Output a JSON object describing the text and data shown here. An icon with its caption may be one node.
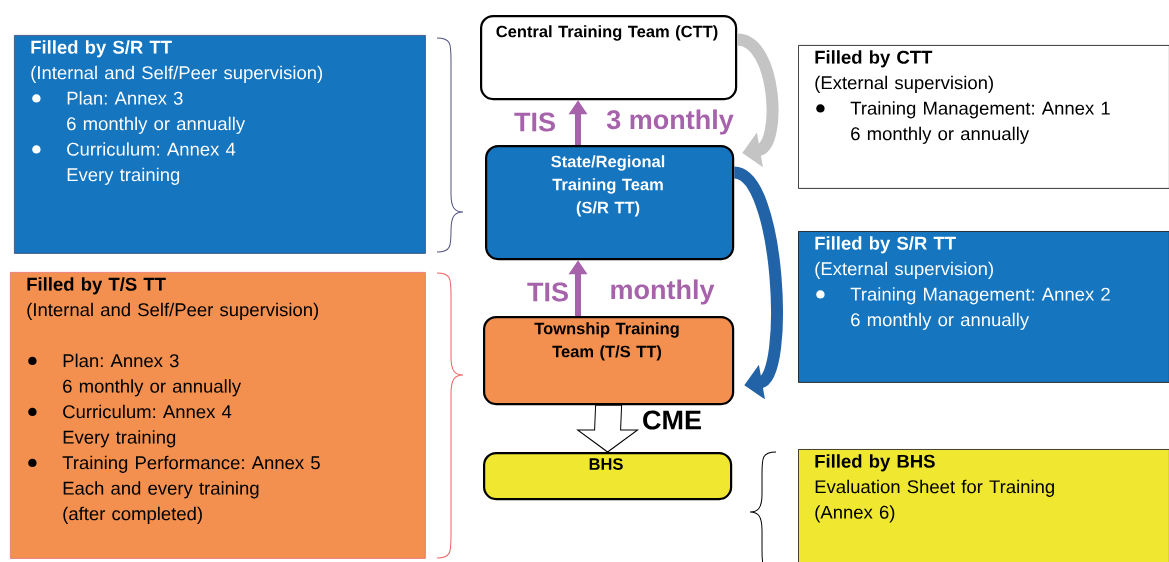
{
  "diagram": {
    "nodes": [
      {
        "text": [
          "Filled by S/R TT",
          "(Internal and Self/Peer supervision)",
          "Plan: Annex 3",
          "6 monthly or annually",
          "Curriculum: Annex 4",
          "Every training"
        ]
      },
      {
        "text": [
          "Filled by T/S TT",
          "(Internal and Self/Peer supervision)",
          "Plan: Annex 3",
          "6 monthly or annually",
          "Curriculum: Annex 4",
          "Every training",
          "Training Performance: Annex 5",
          "Each and every training",
          "(after completed)"
        ]
      },
      {
        "text": [
          "Central Training Team (CTT)"
        ]
      },
      {
        "text": [
          "State/Regional Training Team (S/R TT)"
        ]
      },
      {
        "text": [
          "Township Training Team (T/S TT)"
        ]
      },
      {
        "text": [
          "BHS"
        ]
      },
      {
        "text": [
          "Filled by CTT",
          "(External supervision)",
          "Training Management: Annex 1",
          "6 monthly or annually"
        ]
      },
      {
        "text": [
          "Filled by S/R TT",
          "(External supervision)",
          "Training Management: Annex 2",
          "6 monthly or annually"
        ]
      },
      {
        "text": [
          "Filled by BHS",
          "Evaluation Sheet for Training",
          "(Annex 6)"
        ]
      }
    ],
    "edges": [
      {
        "from": 3,
        "to": 2,
        "arrow": "to",
        "label": "TIS",
        "color": "#a662aa"
      },
      {
        "from": 4,
        "to": 3,
        "arrow": "to",
        "label": "TIS",
        "color": "#a662aa"
      },
      {
        "from": 4,
        "to": 5,
        "arrow": "to",
        "label": "CME",
        "style": "thick",
        "color": "#ffffff"
      },
      {
        "from": 2,
        "to": 3,
        "arrow": "to",
        "style": "thick",
        "color": "#c4c4c4"
      },
      {
        "from": 3,
        "to": 4,
        "arrow": "to",
        "style": "thick",
        "color": "#2262a6"
      }
    ],
    "labels": [
      "3 monthly",
      "monthly"
    ]
  }
}
